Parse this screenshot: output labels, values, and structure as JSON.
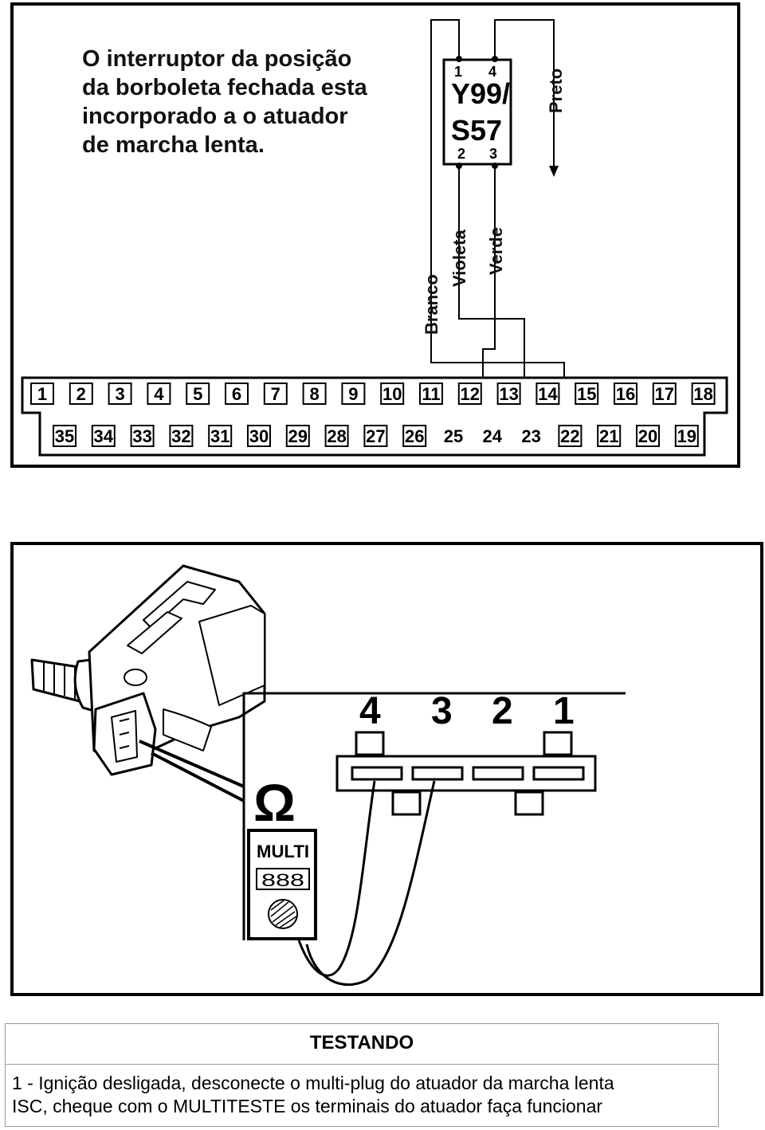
{
  "schematic": {
    "note_lines": [
      "O interruptor da posição",
      "da borboleta fechada esta",
      "incorporado a o atuador",
      "de marcha lenta."
    ],
    "component_line1": "Y99/",
    "component_line2": "S57",
    "component_pins": [
      "1",
      "4",
      "2",
      "3"
    ],
    "wire_labels": {
      "preto": "Preto",
      "branco": "Branco",
      "violeta": "Violeta",
      "verde": "Verde"
    },
    "connector_top_row": [
      "1",
      "2",
      "3",
      "4",
      "5",
      "6",
      "7",
      "8",
      "9",
      "10",
      "11",
      "12",
      "13",
      "14",
      "15",
      "16",
      "17",
      "18"
    ],
    "connector_bottom_row": [
      "35",
      "34",
      "33",
      "32",
      "31",
      "30",
      "29",
      "28",
      "27",
      "26",
      "25",
      "24",
      "23",
      "22",
      "21",
      "20",
      "19"
    ]
  },
  "test_illustration": {
    "plug_pins": [
      "4",
      "3",
      "2",
      "1"
    ],
    "ohm_symbol": "Ω",
    "meter_label": "MULTI",
    "meter_display": "888"
  },
  "caption": {
    "title": "TESTANDO",
    "line1": "1 - Ignição desligada, desconecte o multi-plug do atuador da marcha lenta",
    "line2": "ISC, cheque com o MULTITESTE os terminais do atuador faça funcionar"
  }
}
